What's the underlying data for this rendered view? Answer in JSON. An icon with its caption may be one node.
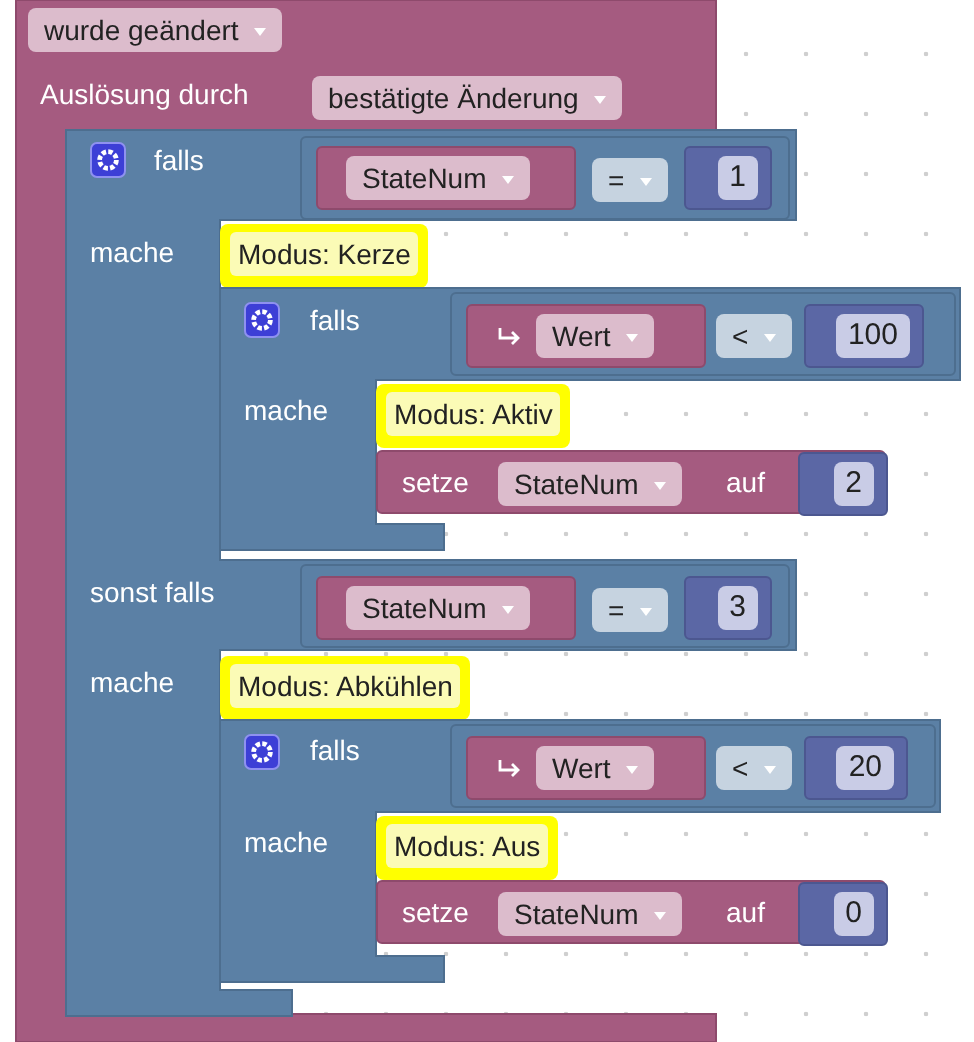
{
  "diagram": {
    "nodes": [
      {
        "text": [
          "Auslösung durch"
        ]
      },
      {
        "text": [
          "wurde geändert"
        ],
        "in": 0
      },
      {
        "text": [
          "bestätigte Änderung"
        ],
        "in": 0
      },
      {
        "text": [
          "falls",
          "mache",
          "sonst falls",
          "mache"
        ],
        "in": 0
      },
      {
        "text": [],
        "shape": "box",
        "in": 3
      },
      {
        "text": [
          "StateNum"
        ],
        "in": 4
      },
      {
        "text": [
          "="
        ],
        "in": 4
      },
      {
        "text": [
          "1"
        ],
        "in": 4
      },
      {
        "text": [
          "Modus: Kerze"
        ],
        "in": 3
      },
      {
        "text": [
          "falls",
          "mache"
        ]
      },
      {
        "text": [],
        "shape": "box",
        "in": 9
      },
      {
        "text": [
          "Wert"
        ],
        "in": 10
      },
      {
        "text": [
          "<"
        ],
        "in": 10
      },
      {
        "text": [
          "100"
        ],
        "in": 10
      },
      {
        "text": [
          "Modus: Aktiv"
        ],
        "in": 9
      },
      {
        "text": [
          "setze",
          "auf"
        ],
        "in": 9
      },
      {
        "text": [
          "StateNum"
        ],
        "in": 15
      },
      {
        "text": [
          "2"
        ],
        "in": 15
      },
      {
        "text": [],
        "shape": "box",
        "in": 3
      },
      {
        "text": [
          "StateNum"
        ],
        "in": 18
      },
      {
        "text": [
          "="
        ],
        "in": 18
      },
      {
        "text": [
          "3"
        ],
        "in": 18
      },
      {
        "text": [
          "Modus: Abkühlen"
        ],
        "in": 3
      },
      {
        "text": [
          "falls",
          "mache"
        ]
      },
      {
        "text": [],
        "shape": "box",
        "in": 23
      },
      {
        "text": [
          "Wert"
        ],
        "in": 24
      },
      {
        "text": [
          "<"
        ],
        "in": 24
      },
      {
        "text": [
          "20"
        ],
        "in": 24
      },
      {
        "text": [
          "Modus: Aus"
        ],
        "in": 23
      },
      {
        "text": [
          "setze",
          "auf"
        ],
        "in": 23
      },
      {
        "text": [
          "StateNum"
        ],
        "in": 29
      },
      {
        "text": [
          "0"
        ],
        "in": 29
      }
    ]
  }
}
